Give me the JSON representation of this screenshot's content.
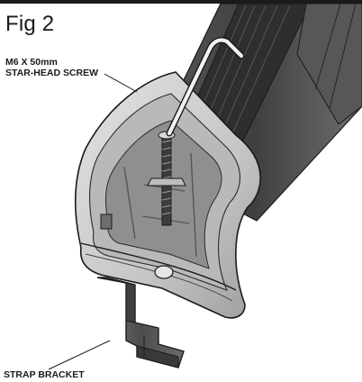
{
  "figure": {
    "label": "Fig 2"
  },
  "callouts": {
    "screw_line1": "M6 X 50mm",
    "screw_line2": "STAR-HEAD SCREW",
    "bracket": "STRAP BRACKET"
  },
  "colors": {
    "bar_dark": "#4a4a4a",
    "bar_mid": "#6b6b6b",
    "foot_light": "#d3d3d3",
    "foot_mid": "#a9a9a9",
    "outline": "#1a1a1a",
    "bracket": "#5a5a5a"
  },
  "icons": {
    "allen_key": "allen-key-icon",
    "screw": "screw-icon"
  }
}
